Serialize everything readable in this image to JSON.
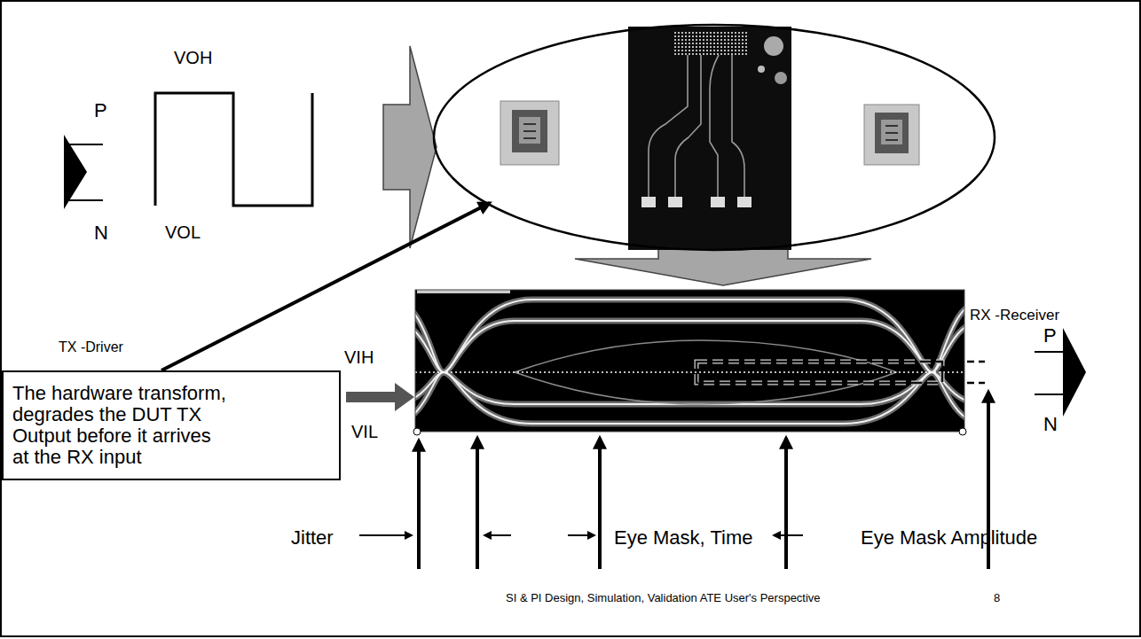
{
  "diagram": {
    "nodes": [
      {
        "text": [
          "The hardware transform, degrades the DUT TX Output before it arrives at the RX input"
        ]
      }
    ],
    "labels": [
      "VOH",
      "P",
      "N",
      "VOL",
      "TX -Driver",
      "RX -Receiver",
      "VIH",
      "P",
      "VIL",
      "N",
      "Jitter",
      "Eye Mask, Time",
      "Eye Mask Amplitude",
      "SI & PI Design, Simulation, Validation ATE User's Perspective",
      "8"
    ]
  }
}
